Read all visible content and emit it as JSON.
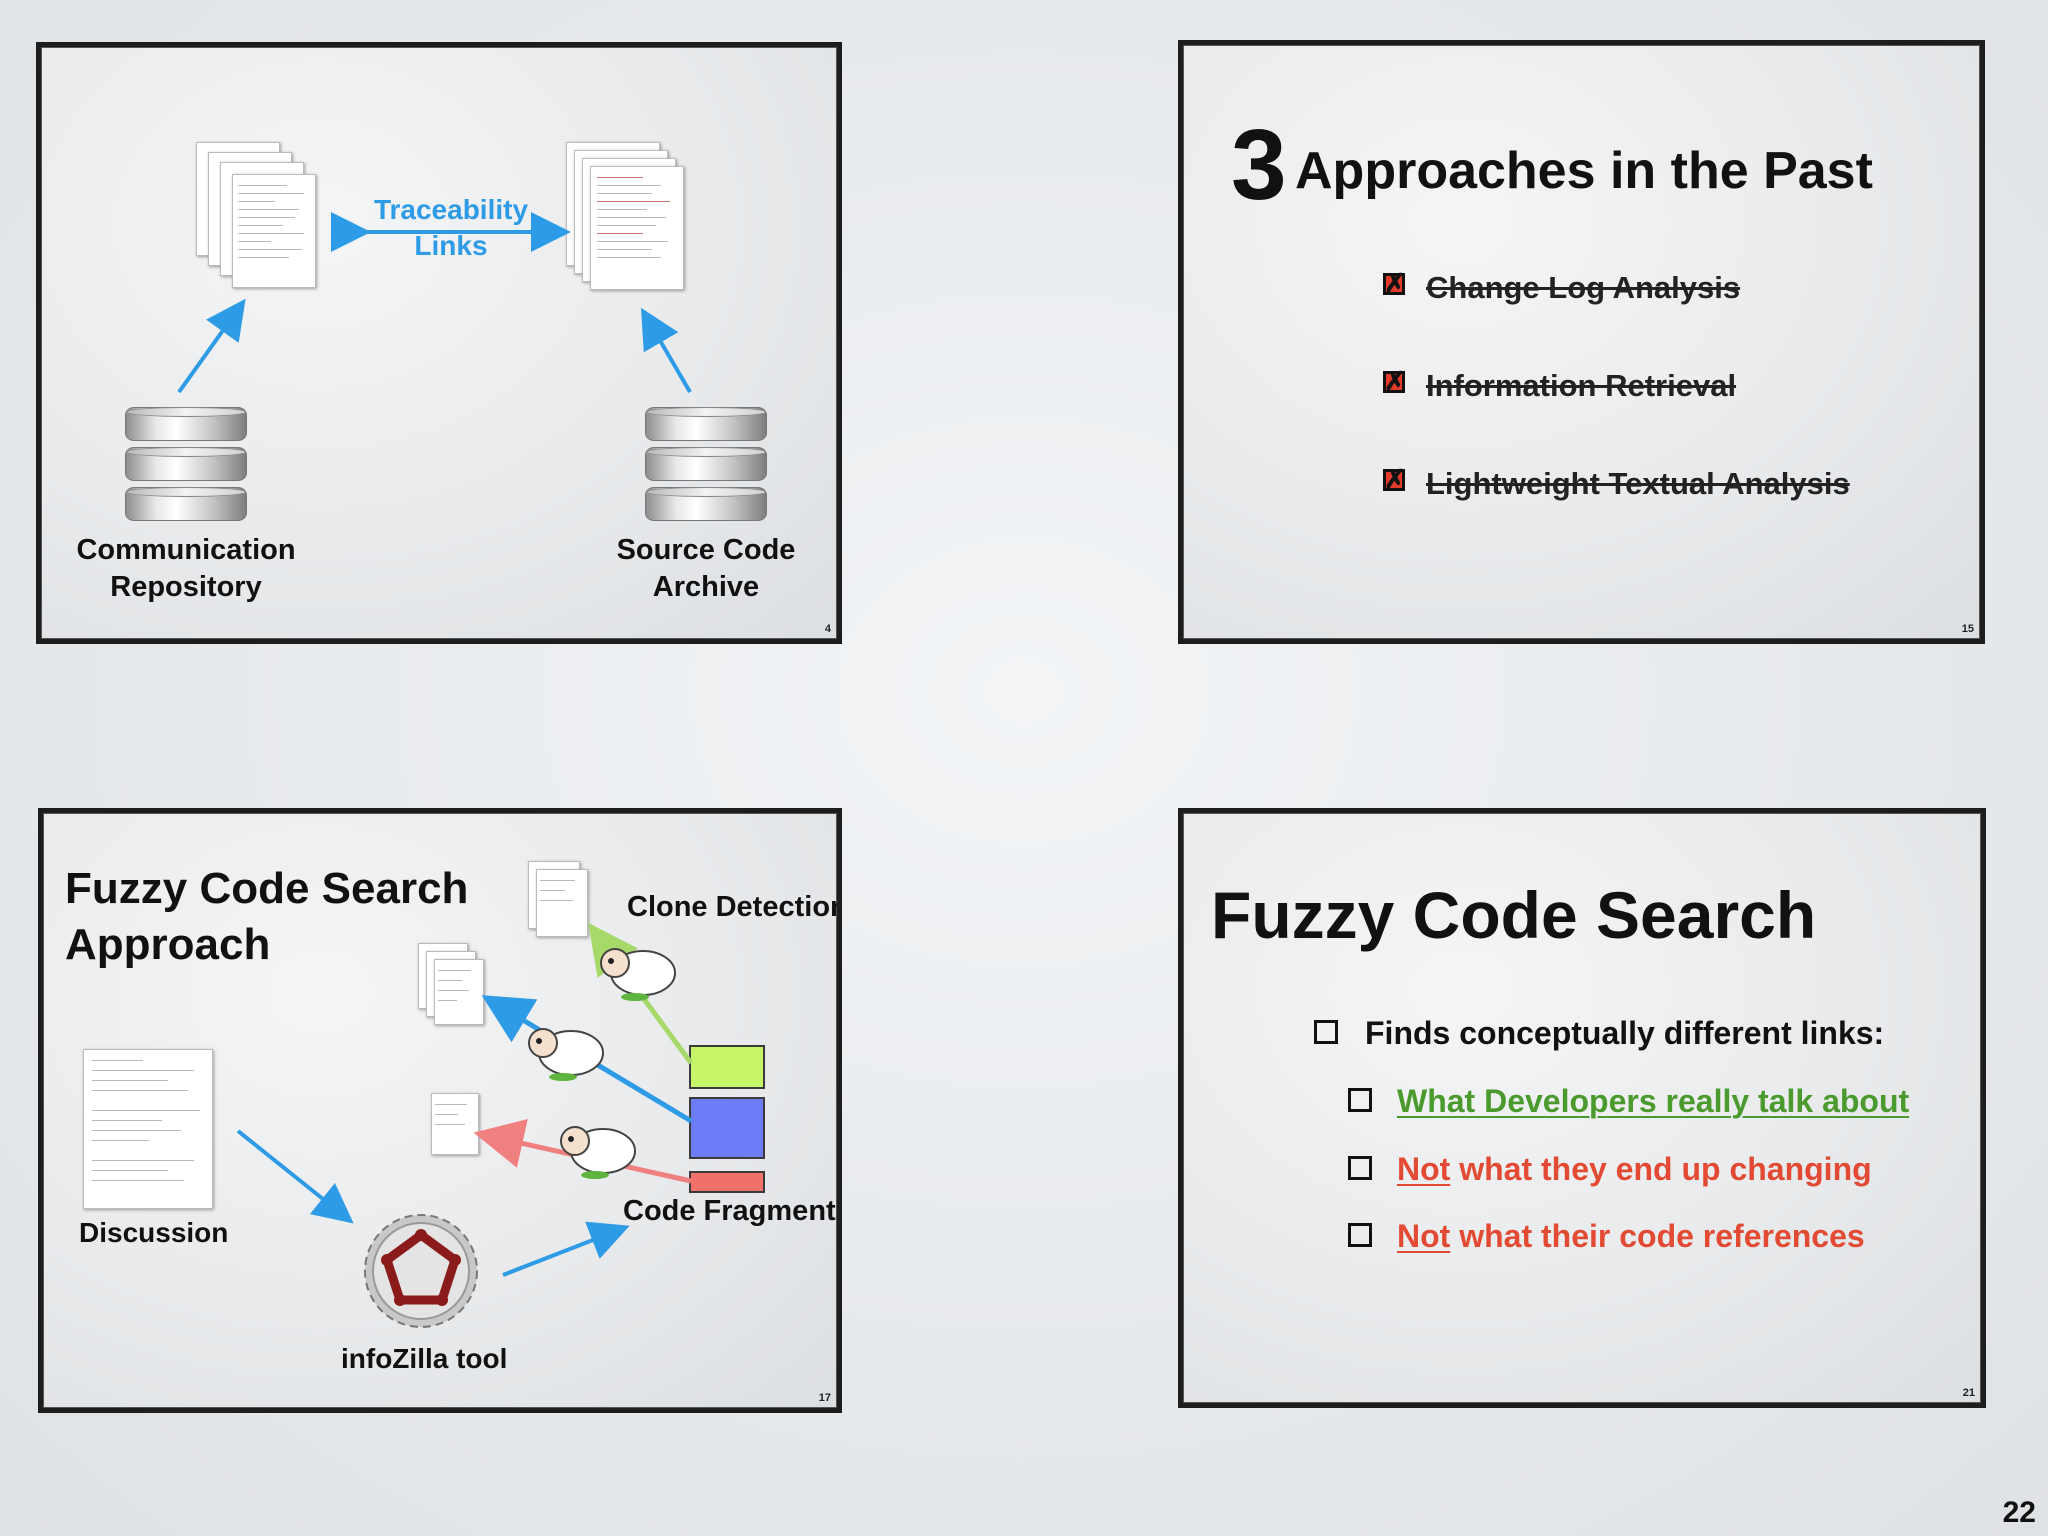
{
  "page_number": "22",
  "slide1": {
    "label_traceability": "Traceability\nLinks",
    "label_comm": "Communication\nRepository",
    "label_source": "Source Code\nArchive",
    "page": "4"
  },
  "slide2": {
    "big_number": "3",
    "title": "Approaches in the Past",
    "items": [
      "Change Log Analysis",
      "Information Retrieval",
      "Lightweight Textual Analysis"
    ],
    "page": "15"
  },
  "slide3": {
    "title": "Fuzzy Code Search\nApproach",
    "clone_detection": "Clone Detection",
    "code_fragments": "Code Fragments",
    "discussion": "Discussion",
    "tool": "infoZilla tool",
    "page": "17"
  },
  "slide4": {
    "title": "Fuzzy Code Search",
    "bullet_main": "Finds conceptually different links:",
    "bullet_1": "What Developers really talk about",
    "bullet_2_not": "Not",
    "bullet_2_rest": " what they end up changing",
    "bullet_3_not": "Not",
    "bullet_3_rest": " what their code references",
    "page": "21"
  },
  "colors": {
    "blue_accent": "#2e9be6",
    "green": "#4a9a2e",
    "red": "#e34a33"
  }
}
